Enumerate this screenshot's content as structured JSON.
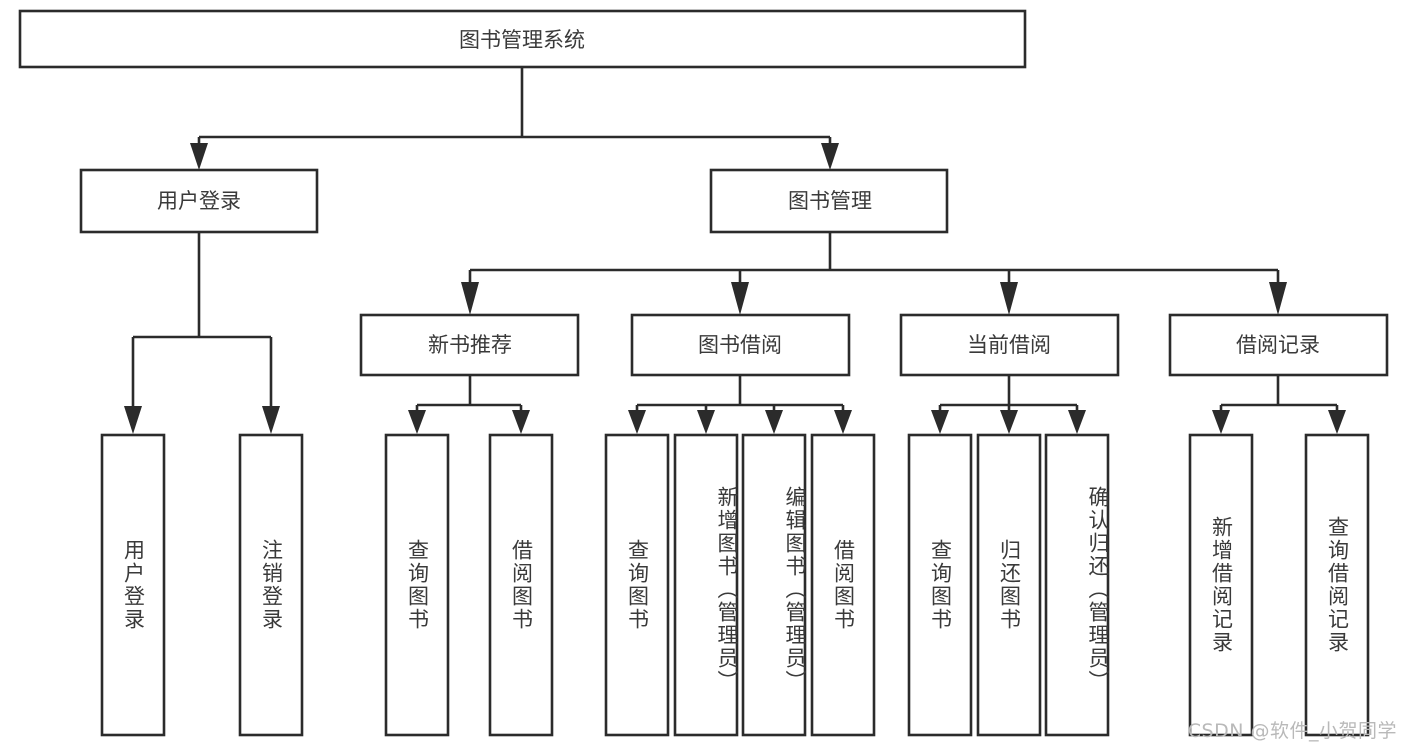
{
  "diagram": {
    "type": "tree-hierarchy",
    "title": "图书管理系统",
    "watermark": "CSDN @软件_小贺同学",
    "colors": {
      "box_stroke": "#2b2b2b",
      "box_fill": "#ffffff",
      "text": "#3a3a3a",
      "connector": "#2b2b2b",
      "watermark": "#b9b9b9",
      "background": "#ffffff"
    },
    "levels": {
      "root": {
        "label": "图书管理系统"
      },
      "level2": [
        {
          "label": "用户登录"
        },
        {
          "label": "图书管理"
        }
      ],
      "level3": [
        {
          "label": "新书推荐"
        },
        {
          "label": "图书借阅"
        },
        {
          "label": "当前借阅"
        },
        {
          "label": "借阅记录"
        }
      ]
    },
    "groups": [
      {
        "parent": "用户登录",
        "leaves": [
          {
            "label": "用户登录"
          },
          {
            "label": "注销登录"
          }
        ]
      },
      {
        "parent": "新书推荐",
        "leaves": [
          {
            "label": "查询图书"
          },
          {
            "label": "借阅图书"
          }
        ]
      },
      {
        "parent": "图书借阅",
        "leaves": [
          {
            "label": "查询图书"
          },
          {
            "label": "新增图书（管理员）"
          },
          {
            "label": "编辑图书（管理员）"
          },
          {
            "label": "借阅图书"
          }
        ]
      },
      {
        "parent": "当前借阅",
        "leaves": [
          {
            "label": "查询图书"
          },
          {
            "label": "归还图书"
          },
          {
            "label": "确认归还（管理员）"
          }
        ]
      },
      {
        "parent": "借阅记录",
        "leaves": [
          {
            "label": "新增借阅记录"
          },
          {
            "label": "查询借阅记录"
          }
        ]
      }
    ]
  }
}
